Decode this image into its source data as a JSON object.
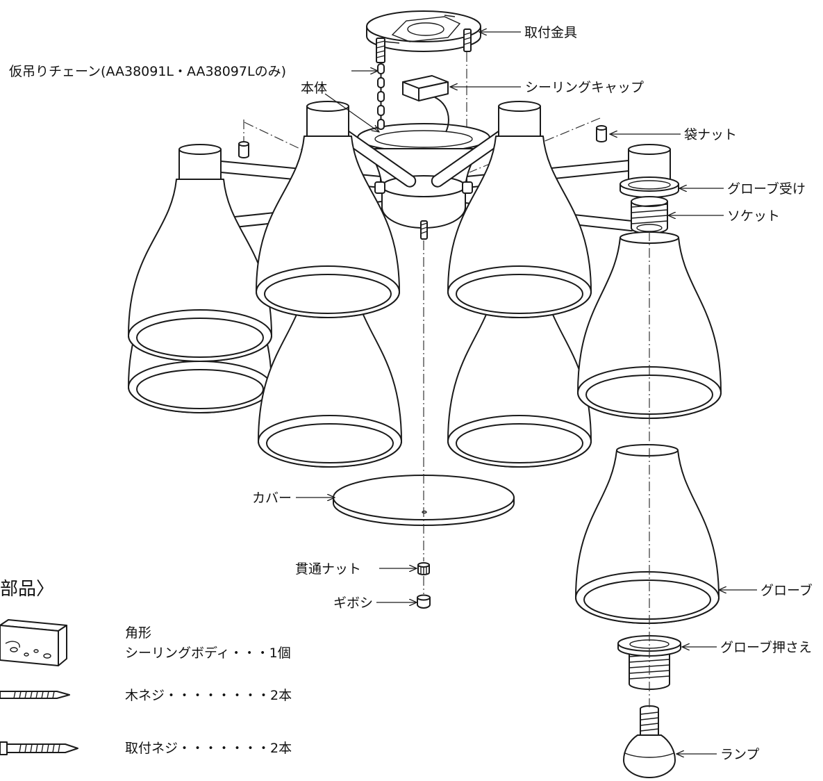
{
  "labels": {
    "mounting_bracket": "取付金具",
    "temp_chain": "仮吊りチェーン(AA38091L・AA38097Lのみ)",
    "body": "本体",
    "ceiling_cap": "シーリングキャップ",
    "cap_nut": "袋ナット",
    "globe_holder": "グローブ受け",
    "socket": "ソケット",
    "cover": "カバー",
    "through_nut": "貫通ナット",
    "finial": "ギボシ",
    "globe": "グローブ",
    "globe_retainer": "グローブ押さえ",
    "lamp": "ランプ"
  },
  "accessories": {
    "heading": "部品〉",
    "items": [
      {
        "line1": "角形",
        "line2": "シーリングボディ・・・1個"
      },
      {
        "line1": "木ネジ・・・・・・・・2本"
      },
      {
        "line1": "取付ネジ・・・・・・・2本"
      }
    ]
  },
  "colors": {
    "line": "#1a1a1a",
    "background": "#ffffff"
  }
}
